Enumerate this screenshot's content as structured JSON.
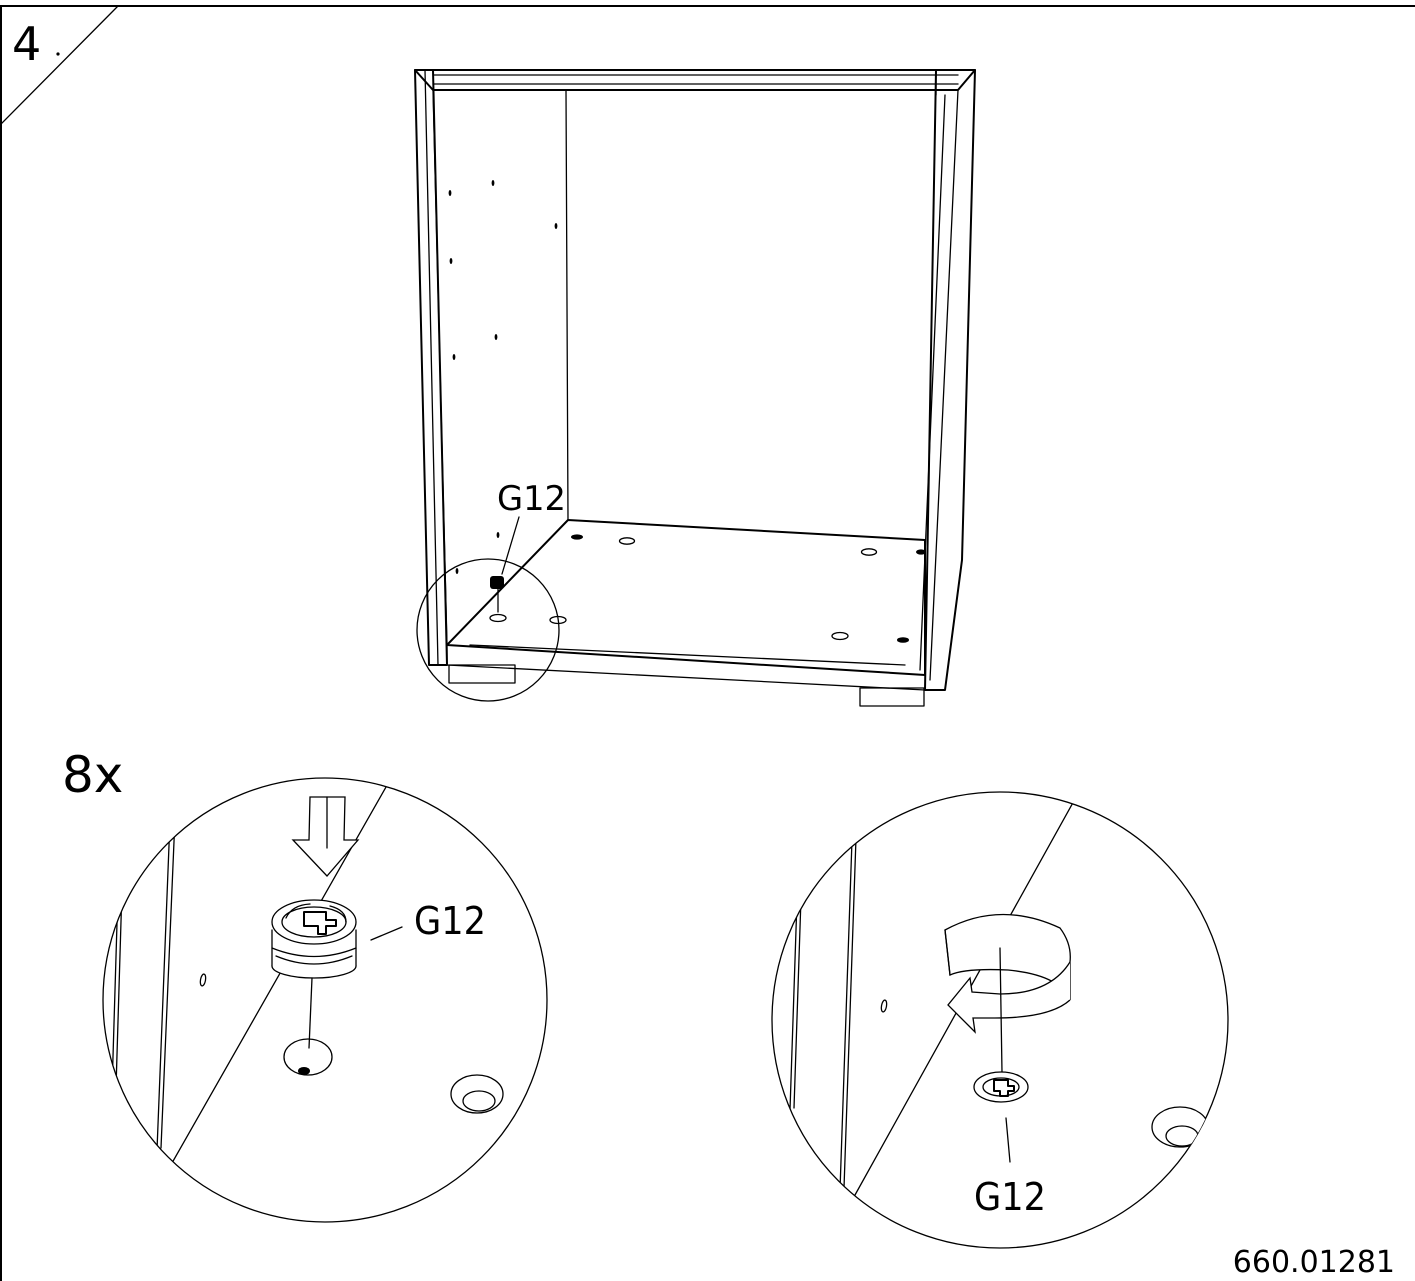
{
  "step": {
    "number": "4",
    "quantity": "8x"
  },
  "part": {
    "label": "G12"
  },
  "document": {
    "code": "660.01281"
  },
  "colors": {
    "line": "#000000",
    "paper": "#ffffff"
  }
}
